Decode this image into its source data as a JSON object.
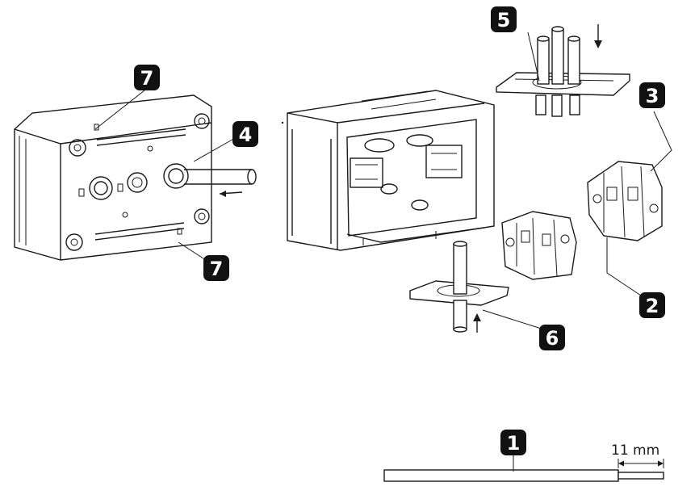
{
  "callouts": {
    "c1": "1",
    "c2": "2",
    "c3": "3",
    "c4": "4",
    "c5": "5",
    "c6": "6",
    "c7_top": "7",
    "c7_bottom": "7"
  },
  "dimension": {
    "strip_length": "11 mm"
  },
  "colors": {
    "line": "#1a1a1a",
    "callout_bg": "#111111",
    "callout_text": "#ffffff"
  }
}
